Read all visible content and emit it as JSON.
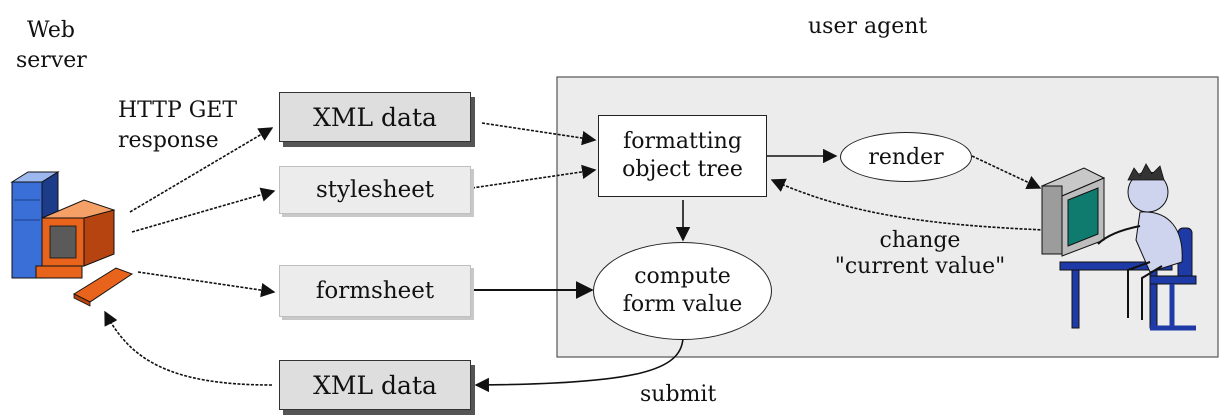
{
  "labels": {
    "web_server": [
      "Web",
      "server"
    ],
    "user_agent": "user agent",
    "http_get": [
      "HTTP GET",
      "response"
    ],
    "change": [
      "change",
      "\"current value\""
    ],
    "submit": "submit"
  },
  "nodes": {
    "xml_data_top": "XML data",
    "stylesheet": "stylesheet",
    "formsheet": "formsheet",
    "xml_data_bottom": "XML data",
    "formatting_object_tree": [
      "formatting",
      "object tree"
    ],
    "render": "render",
    "compute_form_value": [
      "compute",
      "form value"
    ]
  },
  "icons": {
    "server": "web-server-computer-icon",
    "user": "user-at-computer-icon"
  },
  "colors": {
    "user_agent_panel": "#ececec",
    "gray_box": "#dedede",
    "server_blue": "#3a6fd8",
    "server_orange": "#e8631c"
  }
}
